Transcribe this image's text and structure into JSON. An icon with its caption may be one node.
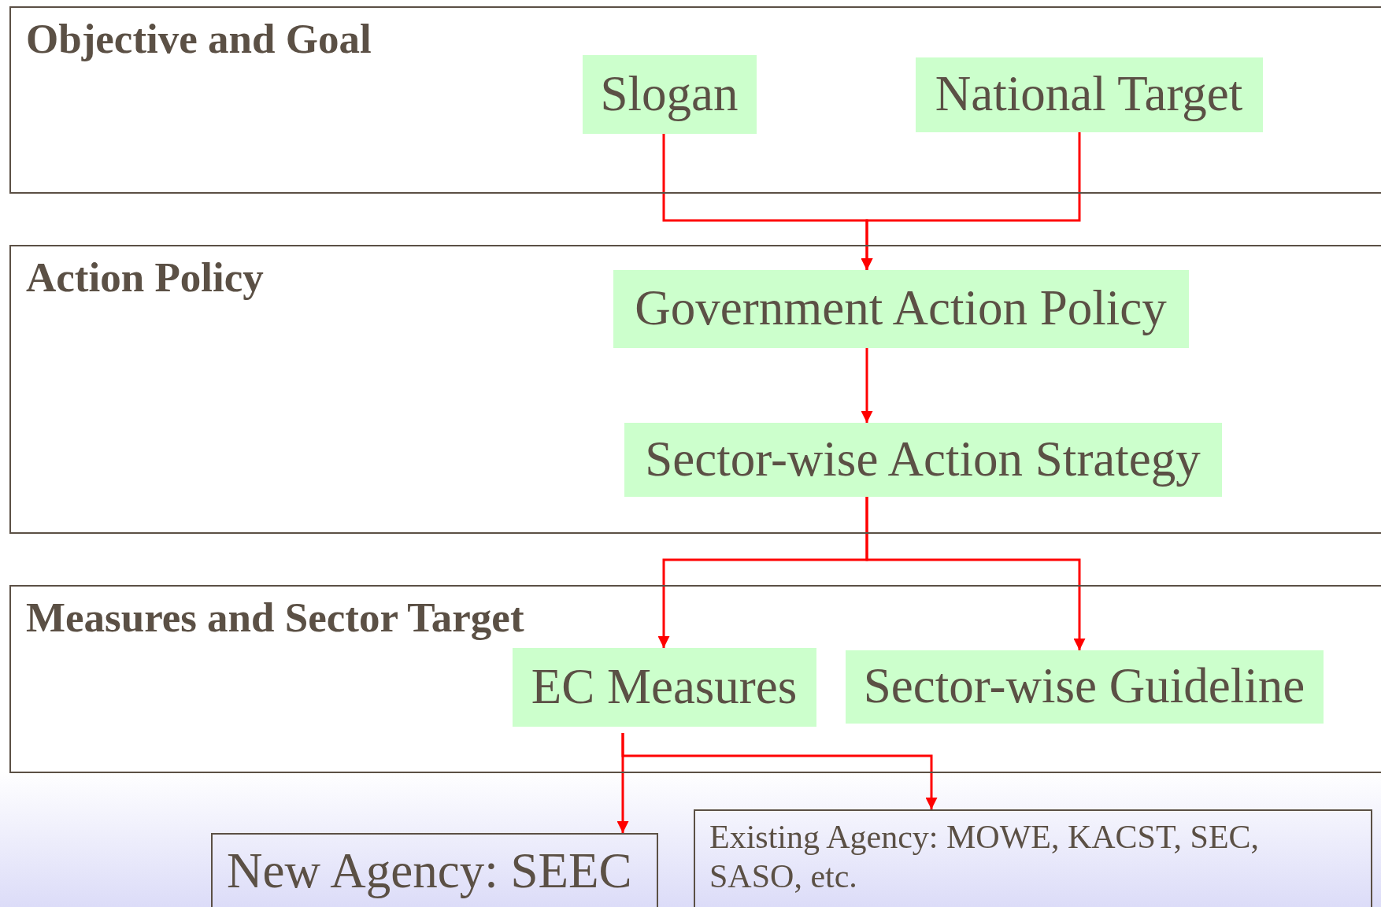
{
  "diagram": {
    "nodes": [
      {
        "text": [
          "Objective and Goal"
        ]
      },
      {
        "text": [
          "Slogan"
        ],
        "in": 0
      },
      {
        "text": [
          "National Target"
        ],
        "in": 0
      },
      {
        "text": [
          "Action Policy"
        ]
      },
      {
        "text": [
          "Government Action Policy"
        ],
        "in": 3
      },
      {
        "text": [
          "Sector-wise Action Strategy"
        ],
        "in": 3
      },
      {
        "text": [
          "Measures and Sector Target"
        ]
      },
      {
        "text": [
          "EC Measures"
        ],
        "in": 6
      },
      {
        "text": [
          "Sector-wise Guideline"
        ],
        "in": 6
      },
      {
        "text": [
          "New Agency: SEEC"
        ]
      },
      {
        "text": [
          "Existing Agency: MOWE, KACST, SEC, SASO, etc."
        ]
      }
    ],
    "edges": [
      {
        "from": 1,
        "to": 4,
        "arrow": "to"
      },
      {
        "from": 2,
        "to": 4,
        "arrow": "to"
      },
      {
        "from": 4,
        "to": 5,
        "arrow": "to"
      },
      {
        "from": 5,
        "to": 7,
        "arrow": "to"
      },
      {
        "from": 5,
        "to": 8,
        "arrow": "to"
      },
      {
        "from": 7,
        "to": 9,
        "arrow": "to"
      },
      {
        "from": 7,
        "to": 10,
        "arrow": "to"
      }
    ]
  }
}
